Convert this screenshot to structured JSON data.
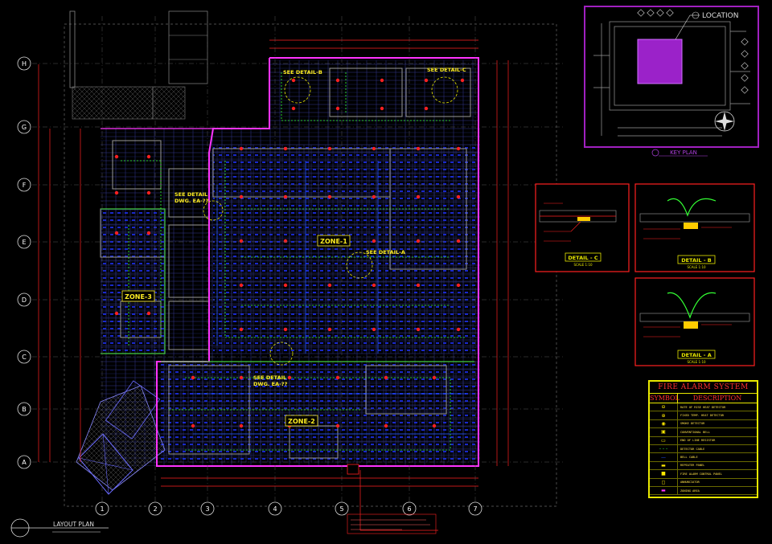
{
  "titles": {
    "layout_plan": "LAYOUT PLAN",
    "key_plan": "KEY PLAN",
    "location": "LOCATION"
  },
  "zones": [
    "ZONE-1",
    "ZONE-2",
    "ZONE-3"
  ],
  "see_details": {
    "d1": "SEE DETAIL-B",
    "d2": "SEE DETAIL-C",
    "d3": "SEE DETAIL-A",
    "d4a": "SEE DETAIL",
    "d4b": "DWG. EA-??",
    "d5a": "SEE DETAIL",
    "d5b": "DWG. EA-??"
  },
  "grid_rows": [
    "H",
    "G",
    "F",
    "E",
    "D",
    "C",
    "B",
    "A"
  ],
  "grid_cols": [
    "1",
    "2",
    "3",
    "4",
    "5",
    "6",
    "7"
  ],
  "details": [
    {
      "title": "DETAIL - C",
      "scale": "SCALE 1:10"
    },
    {
      "title": "DETAIL - B",
      "scale": "SCALE 1:10"
    },
    {
      "title": "DETAIL - A",
      "scale": "SCALE 1:10"
    }
  ],
  "legend": {
    "title": "FIRE ALARM SYSTEM",
    "col_symbol": "SYMBOL",
    "col_description": "DESCRIPTION",
    "rows": [
      "RATE OF RISE HEAT DETECTOR",
      "FIXED TEMP. HEAT DETECTOR",
      "SMOKE DETECTOR",
      "CONVENTIONAL BELL",
      "END OF LINE RESISTOR",
      "DETECTOR CABLE",
      "BELL CABLE",
      "REPEATER PANEL",
      "FIRE ALARM CONTROL PANEL",
      "ANNUNCIATOR",
      "ZONING AREA"
    ]
  },
  "colors": {
    "background": "#000000",
    "boundary": "#ff33ff",
    "grid_blue": "#2233ff",
    "zone_text": "#ffee22",
    "dimension_red": "#ff2020",
    "cable_green": "#33ff33",
    "detail_circle": "#e8e800"
  }
}
